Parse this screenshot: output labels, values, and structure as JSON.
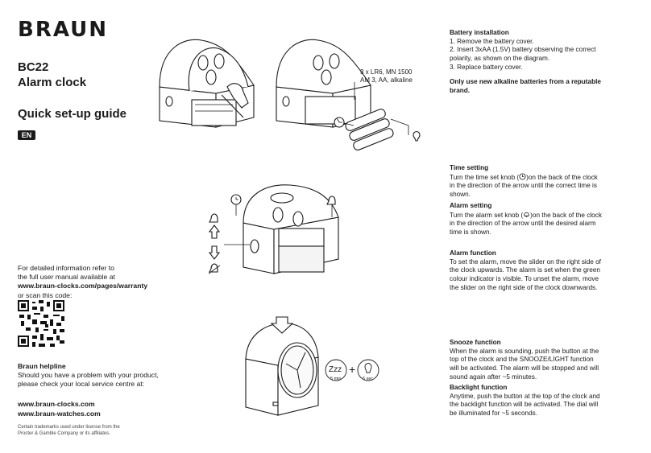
{
  "brand": "BRAUN",
  "model_line1": "BC22",
  "model_line2": "Alarm clock",
  "guide_title": "Quick set-up guide",
  "lang": "EN",
  "info": {
    "line1": "For detailed information refer to",
    "line2": "the full user manual available at",
    "url": "www.braun-clocks.com/pages/warranty",
    "line3": "or scan this code:"
  },
  "helpline": {
    "title": "Braun helpline",
    "text": "Should you have a problem with your product, please check your local service centre at:"
  },
  "links": [
    "www.braun-clocks.com",
    "www.braun-watches.com"
  ],
  "legal": "Certain trademarks used under license from the Procter & Gamble Company or its affiliates.",
  "battery": {
    "title": "Battery installation",
    "steps": [
      "1. Remove the battery cover.",
      "2. Insert 3xAA (1.5V) battery observing the correct polarity, as shown on the diagram.",
      "3. Replace battery cover."
    ],
    "note": "Only use new alkaline batteries from a reputable brand.",
    "diagram_label_1": "3 x LR6, MN 1500",
    "diagram_label_2": "AM 3, AA, alkaline"
  },
  "time_setting": {
    "title": "Time setting",
    "text_a": "Turn the time set knob (",
    "text_b": ")on the back of the clock in the direction of the arrow until the correct time is shown."
  },
  "alarm_setting": {
    "title": "Alarm setting",
    "text_a": "Turn the alarm set knob (",
    "text_b": ")on the back of the clock in the direction of the arrow until the desired alarm time is shown."
  },
  "alarm_function": {
    "title": "Alarm function",
    "text": "To set the alarm, move the slider on the right side of the clock upwards. The alarm is set when the green colour indicator is visible. To unset the alarm, move the slider on the right side of the clock downwards."
  },
  "snooze": {
    "title": "Snooze function",
    "text": "When the alarm is sounding, push the button at the top of the clock and the SNOOZE/LIGHT function will be activated. The alarm will be stopped and will sound again after ~5 minutes."
  },
  "backlight": {
    "title": "Backlight function",
    "text": "Anytime, push the button at the top of the clock and the backlight function will be activated. The dial will be illuminated for ~5 seconds."
  },
  "snooze_diagram": {
    "zzz": "Zzz",
    "min": "5 min",
    "plus": "+",
    "sec": "5 sec"
  }
}
